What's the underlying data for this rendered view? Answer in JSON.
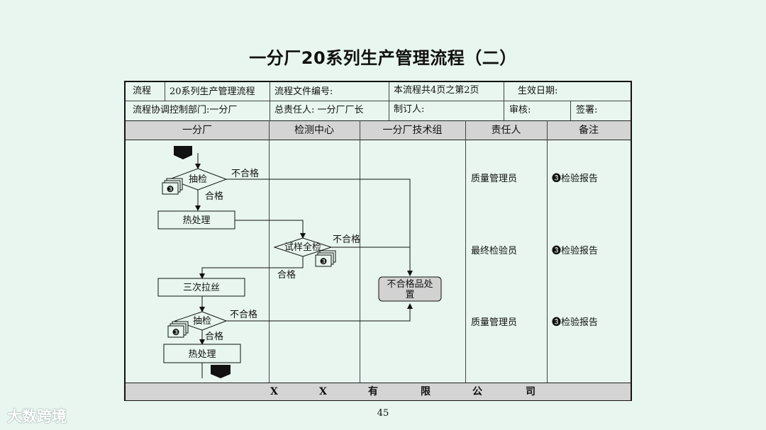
{
  "title": "一分厂20系列生产管理流程（二）",
  "header": {
    "flow_label": "流程",
    "flow_name": "20系列生产管理流程",
    "doc_no_label": "流程文件编号:",
    "page_info": "本流程共4页之第2页",
    "effective_date_label": "生效日期:",
    "coord_dept": "流程协调控制部门:一分厂",
    "owner": "总责任人: 一分厂厂长",
    "maker_label": "制订人:",
    "review_label": "审核:",
    "sign_label": "签署:"
  },
  "lanes": [
    "一分厂",
    "检测中心",
    "一分厂技术组",
    "责任人",
    "备注"
  ],
  "nodes": {
    "sample_check_1": "抽检",
    "heat_treat_1": "热处理",
    "full_inspection": "试样全检",
    "third_drawing": "三次拉丝",
    "sample_check_2": "抽检",
    "heat_treat_2": "热处理",
    "nonconform_line1": "不合格品处",
    "nonconform_line2": "置"
  },
  "edge_labels": {
    "fail_1": "不合格",
    "pass_1": "合格",
    "fail_2": "不合格",
    "pass_2": "合格",
    "fail_3": "不合格",
    "pass_3": "合格"
  },
  "doc_badge": "❸",
  "responsible": [
    "质量管理员",
    "最终检验员",
    "质量管理员"
  ],
  "remarks": [
    "❸检验报告",
    "❸检验报告",
    "❸检验报告"
  ],
  "footer_chars": [
    "X",
    "X",
    "有",
    "限",
    "公",
    "司"
  ],
  "page_number": "45",
  "watermark": "大数跨境"
}
